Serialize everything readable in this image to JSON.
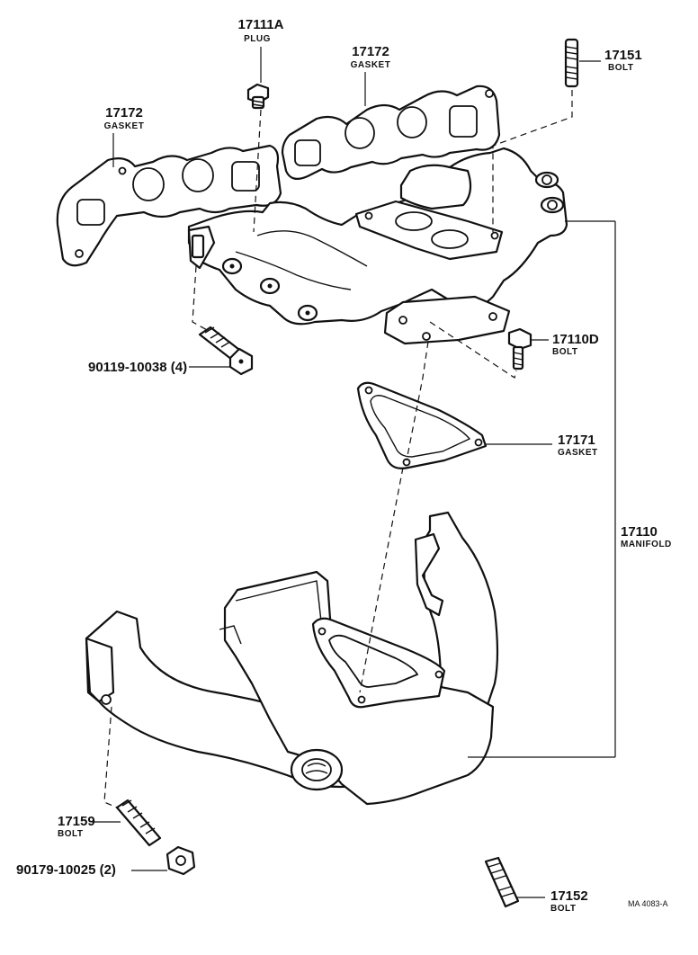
{
  "labels": {
    "plug": {
      "number": "17111A",
      "name": "PLUG"
    },
    "gasket_left": {
      "number": "17172",
      "name": "GASKET"
    },
    "gasket_top": {
      "number": "17172",
      "name": "GASKET"
    },
    "bolt_17151": {
      "number": "17151",
      "name": "BOLT"
    },
    "bolt_17110d": {
      "number": "17110D",
      "name": "BOLT"
    },
    "bolt_90119": {
      "number": "90119-10038 (4)"
    },
    "gasket_17171": {
      "number": "17171",
      "name": "GASKET"
    },
    "manifold": {
      "number": "17110",
      "name": "MANIFOLD"
    },
    "bolt_17159": {
      "number": "17159",
      "name": "BOLT"
    },
    "nut_90179": {
      "number": "90179-10025 (2)"
    },
    "bolt_17152": {
      "number": "17152",
      "name": "BOLT"
    }
  },
  "reference": "MA 4083-A"
}
